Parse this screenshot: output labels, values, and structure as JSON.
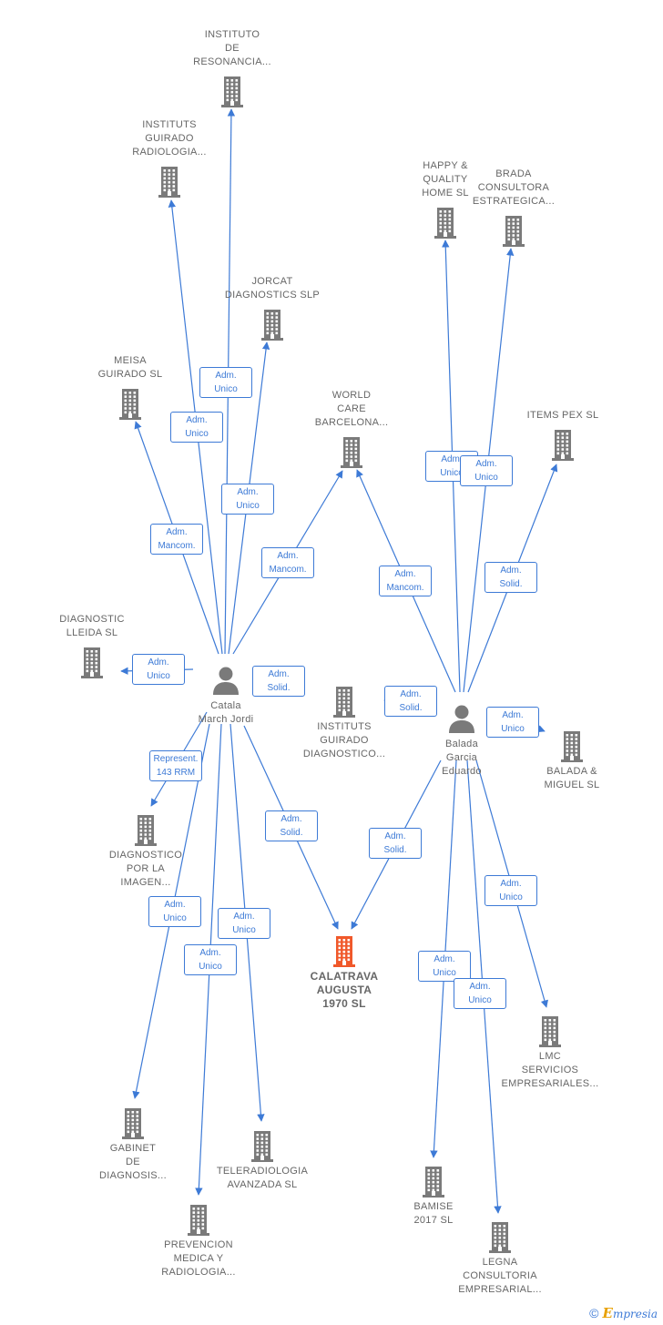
{
  "diagram": {
    "colors": {
      "edge": "#3d7ad6",
      "company_icon": "#7a7a7a",
      "focus_icon": "#f0582a",
      "person_icon": "#7a7a7a",
      "label": "#666666"
    },
    "nodes": [
      {
        "id": "instituto_resonancia",
        "kind": "company",
        "label": "INSTITUTO\nDE\nRESONANCIA...",
        "icon": "building-icon"
      },
      {
        "id": "instituts_guirado_radiologia",
        "kind": "company",
        "label": "INSTITUTS\nGUIRADO\nRADIOLOGIA...",
        "icon": "building-icon"
      },
      {
        "id": "jorcat",
        "kind": "company",
        "label": "JORCAT\nDIAGNOSTICS SLP",
        "icon": "building-icon"
      },
      {
        "id": "meisa",
        "kind": "company",
        "label": "MEISA\nGUIRADO  SL",
        "icon": "building-icon"
      },
      {
        "id": "world_care",
        "kind": "company",
        "label": "WORLD\nCARE\nBARCELONA...",
        "icon": "building-icon"
      },
      {
        "id": "happy_quality",
        "kind": "company",
        "label": "HAPPY &\nQUALITY\nHOME  SL",
        "icon": "building-icon"
      },
      {
        "id": "brada",
        "kind": "company",
        "label": "BRADA\nCONSULTORA\nESTRATEGICA...",
        "icon": "building-icon"
      },
      {
        "id": "items_pex",
        "kind": "company",
        "label": "ITEMS PEX  SL",
        "icon": "building-icon"
      },
      {
        "id": "diagnostic_lleida",
        "kind": "company",
        "label": "DIAGNOSTIC\nLLEIDA  SL",
        "icon": "building-icon"
      },
      {
        "id": "catala",
        "kind": "person",
        "label": "Catala\nMarch Jordi",
        "icon": "person-icon"
      },
      {
        "id": "instituts_guirado_diagnostico",
        "kind": "company",
        "label": "INSTITUTS\nGUIRADO\nDIAGNOSTICO...",
        "icon": "building-icon"
      },
      {
        "id": "balada",
        "kind": "person",
        "label": "Balada\nGarcia\nEduardo",
        "icon": "person-icon"
      },
      {
        "id": "balada_miguel",
        "kind": "company",
        "label": "BALADA &\nMIGUEL SL",
        "icon": "building-icon"
      },
      {
        "id": "diagnostico_imagen",
        "kind": "company",
        "label": "DIAGNOSTICO\nPOR LA\nIMAGEN...",
        "icon": "building-icon"
      },
      {
        "id": "calatrava",
        "kind": "focus",
        "label": "CALATRAVA\nAUGUSTA\n1970  SL",
        "icon": "building-icon"
      },
      {
        "id": "lmc",
        "kind": "company",
        "label": "LMC\nSERVICIOS\nEMPRESARIALES...",
        "icon": "building-icon"
      },
      {
        "id": "gabinet",
        "kind": "company",
        "label": "GABINET\nDE\nDIAGNOSIS...",
        "icon": "building-icon"
      },
      {
        "id": "teleradiologia",
        "kind": "company",
        "label": "TELERADIOLOGIA\nAVANZADA SL",
        "icon": "building-icon"
      },
      {
        "id": "prevencion",
        "kind": "company",
        "label": "PREVENCION\nMEDICA Y\nRADIOLOGIA...",
        "icon": "building-icon"
      },
      {
        "id": "bamise",
        "kind": "company",
        "label": "BAMISE\n2017  SL",
        "icon": "building-icon"
      },
      {
        "id": "legna",
        "kind": "company",
        "label": "LEGNA\nCONSULTORIA\nEMPRESARIAL...",
        "icon": "building-icon"
      }
    ],
    "edges": [
      {
        "from": "catala",
        "to": "instituto_resonancia",
        "label": "Adm.\nUnico"
      },
      {
        "from": "catala",
        "to": "instituts_guirado_radiologia",
        "label": "Adm.\nUnico"
      },
      {
        "from": "catala",
        "to": "jorcat",
        "label": "Adm.\nUnico"
      },
      {
        "from": "catala",
        "to": "meisa",
        "label": "Adm.\nMancom."
      },
      {
        "from": "catala",
        "to": "world_care",
        "label": "Adm.\nMancom."
      },
      {
        "from": "catala",
        "to": "diagnostic_lleida",
        "label": "Adm.\nUnico"
      },
      {
        "from": "catala",
        "to": "instituts_guirado_diagnostico",
        "label": "Adm.\nSolid."
      },
      {
        "from": "catala",
        "to": "diagnostico_imagen",
        "label": "Represent.\n143 RRM"
      },
      {
        "from": "catala",
        "to": "calatrava",
        "label": "Adm.\nSolid."
      },
      {
        "from": "catala",
        "to": "gabinet",
        "label": "Adm.\nUnico"
      },
      {
        "from": "catala",
        "to": "teleradiologia",
        "label": "Adm.\nUnico"
      },
      {
        "from": "catala",
        "to": "prevencion",
        "label": "Adm.\nUnico"
      },
      {
        "from": "balada",
        "to": "happy_quality",
        "label": "Adm.\nUnico"
      },
      {
        "from": "balada",
        "to": "brada",
        "label": "Adm.\nUnico"
      },
      {
        "from": "balada",
        "to": "items_pex",
        "label": "Adm.\nSolid."
      },
      {
        "from": "balada",
        "to": "world_care",
        "label": "Adm.\nMancom."
      },
      {
        "from": "balada",
        "to": "instituts_guirado_diagnostico",
        "label": "Adm.\nSolid."
      },
      {
        "from": "balada",
        "to": "balada_miguel",
        "label": "Adm.\nUnico"
      },
      {
        "from": "balada",
        "to": "calatrava",
        "label": "Adm.\nSolid."
      },
      {
        "from": "balada",
        "to": "lmc",
        "label": "Adm.\nUnico"
      },
      {
        "from": "balada",
        "to": "bamise",
        "label": "Adm.\nUnico"
      },
      {
        "from": "balada",
        "to": "legna",
        "label": "Adm.\nUnico"
      }
    ]
  },
  "footer": {
    "copyright_symbol": "©",
    "brand_initial": "E",
    "brand_rest": "mpresia"
  }
}
